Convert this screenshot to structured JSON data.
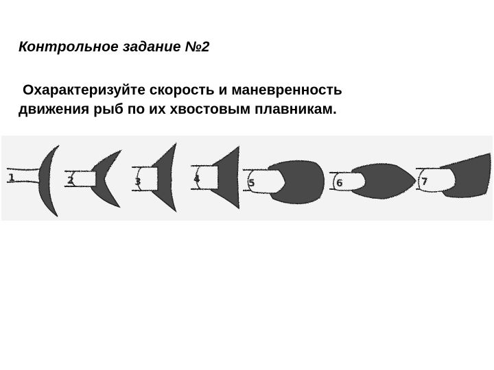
{
  "slide": {
    "title": "Контрольное задание №2",
    "task_line1": "Охарактеризуйте скорость и маневренность",
    "task_line2": "движения рыб по их хвостовым плавникам."
  },
  "figure": {
    "fins": [
      {
        "number": "1"
      },
      {
        "number": "2"
      },
      {
        "number": "3"
      },
      {
        "number": "4"
      },
      {
        "number": "5"
      },
      {
        "number": "6"
      },
      {
        "number": "7"
      }
    ]
  }
}
